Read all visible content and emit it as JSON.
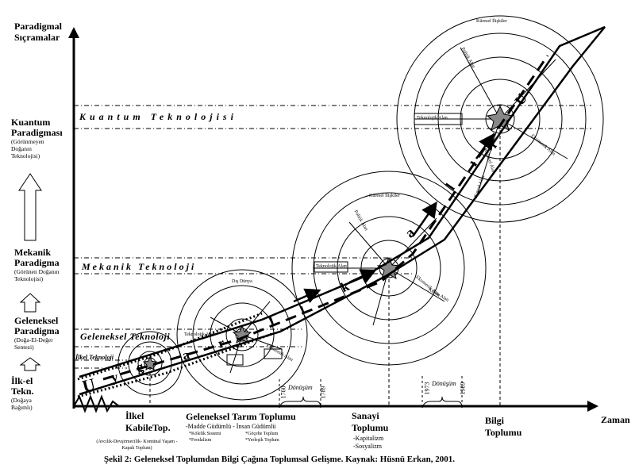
{
  "y_axis_title": [
    "Paradigmal",
    "Sıçramalar"
  ],
  "x_axis_title": "Zaman",
  "paradigms": {
    "quantum": {
      "lines": [
        "Kuantum",
        "Paradigması"
      ],
      "sub": [
        "(Görünmeyen",
        "Doğanın",
        "Teknolojisi)"
      ]
    },
    "mechanic": {
      "lines": [
        "Mekanik",
        "Paradigma"
      ],
      "sub": [
        "(Görünen Doğanın",
        "Teknolojisi)"
      ]
    },
    "traditional": {
      "lines": [
        "Geleneksel",
        "Paradigma"
      ],
      "sub": [
        "(Doğa-El-Değer",
        "Sentezi)"
      ]
    },
    "primitive": {
      "lines": [
        "İlk-el",
        "Tekn."
      ],
      "sub": [
        "(Doğaya",
        "Bağımlı)"
      ]
    }
  },
  "technologies": {
    "quantum": "Kuantum Teknolojisi",
    "mechanic": "Mekanik Teknoloji",
    "traditional": "Geleneksel Teknoloji",
    "primitive": "İlkel Teknoloji"
  },
  "eras": {
    "tribal": {
      "title": [
        "İlkel",
        "KabileTop."
      ],
      "sub": "(Avcılık-Devşirmecilik- Komünal Yaşam - Kapalı Toplum)"
    },
    "agrarian": {
      "title": "Geleneksel Tarım Toplumu",
      "sub1": "-Madde Güdümlü - İnsan Güdümlü",
      "sub2a": [
        "*Kölelik Sistemi",
        "*Feodalizm"
      ],
      "sub2b": [
        "*Göçebe Toplum",
        "*Yerleşik Toplum"
      ]
    },
    "industrial": {
      "title": [
        "Sanayi",
        "Toplumu"
      ],
      "sub": [
        "-Kapitalizm",
        "-Sosyalizm"
      ]
    },
    "information": {
      "title": [
        "Bilgi",
        "Toplumu"
      ]
    }
  },
  "transitions": [
    {
      "label": "Dönüşüm",
      "start": "1760",
      "end": "1789"
    },
    {
      "label": "Dönüşüm",
      "start": "1973",
      "end": "1989"
    }
  ],
  "circle_labels": {
    "big": {
      "global": "Küresel İlişkiler",
      "political": "Politik Alan",
      "tech": "Teknolojik Alan",
      "economic": "Ekonomik Alan",
      "cultural": "Kültürel Alan",
      "social": "Sosyal Alan"
    },
    "mid": {
      "global": "Küresel İlişkiler",
      "political": "Politik Alan",
      "tech": "Teknolojik Alan",
      "economic": "Ekonomik Alan",
      "cultural": "Kültür Alan"
    },
    "small": {
      "outer": "Dış Dünya",
      "tech": "Teknolojik Alan",
      "economic": "Ekonomik Alan"
    }
  },
  "arrow_letters": [
    "U",
    "y",
    "g",
    "a",
    "r",
    "l",
    "ı",
    "k"
  ],
  "arrow_letters_upper": [
    "U",
    "l",
    "ı",
    "l",
    "ı",
    "a"
  ],
  "caption": "Şekil 2: Geleneksel Toplumdan Bilgi Çağına Toplumsal Gelişme. Kaynak: Hüsnü Erkan, 2001."
}
